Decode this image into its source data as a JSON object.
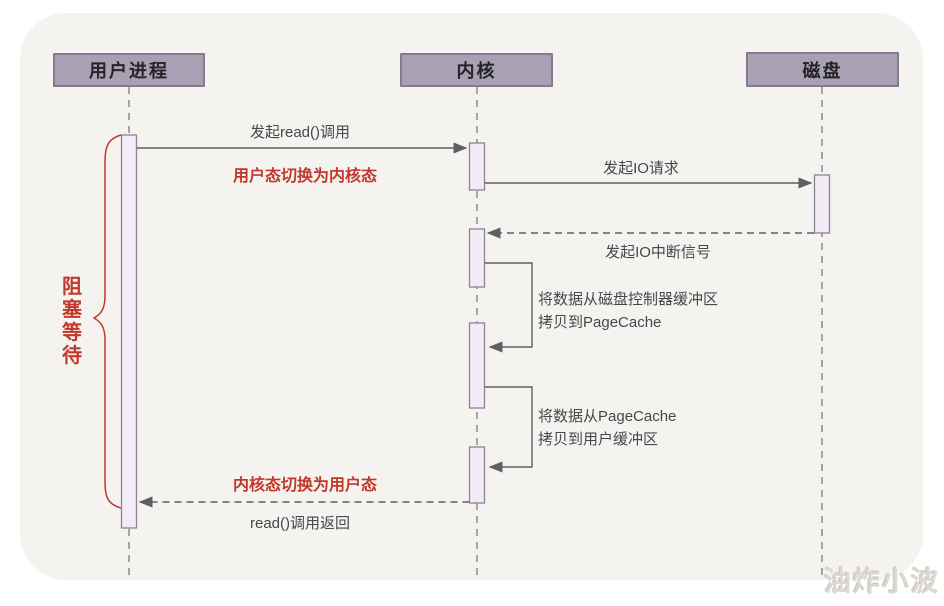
{
  "actors": {
    "user": "用户进程",
    "kernel": "内核",
    "disk": "磁盘"
  },
  "labels": {
    "read_call": "发起read()调用",
    "to_kernel_mode": "用户态切换为内核态",
    "io_request": "发起IO请求",
    "io_interrupt": "发起IO中断信号",
    "copy_disk_to_pagecache": "将数据从磁盘控制器缓冲区\n拷贝到PageCache",
    "copy_pagecache_to_user": "将数据从PageCache\n拷贝到用户缓冲区",
    "to_user_mode": "内核态切换为用户态",
    "read_return": "read()调用返回",
    "blocking_wait": "阻塞等待"
  },
  "watermark": "油炸小波",
  "colors": {
    "accent_red": "#c0392b",
    "actor_fill": "#a9a1b3",
    "actor_border": "#837c90",
    "activation_fill": "#f1ecf6",
    "activation_border": "#8d8496",
    "line_gray": "#5f5f63",
    "lifeline_gray": "#8b8b8b",
    "card_background": "#f5f3f0",
    "label_gray": "#47474b"
  }
}
